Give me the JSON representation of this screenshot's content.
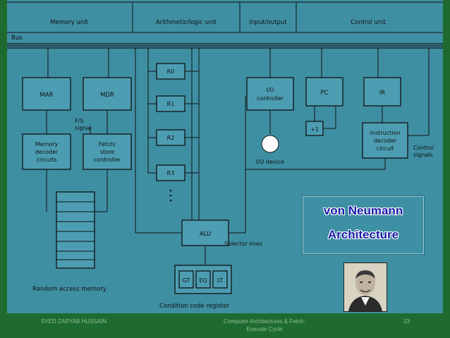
{
  "diagram": {
    "sections": [
      "Memory unit",
      "Arithmetic/logic unit",
      "Input/output",
      "Control unit"
    ],
    "bus_label": "Bus",
    "boxes": {
      "mar": "MAR",
      "mdr": "MDR",
      "r0": "R0",
      "r1": "R1",
      "r2": "R2",
      "r3": "R3",
      "io_controller_line1": "I/O",
      "io_controller_line2": "controller",
      "pc": "PC",
      "ir": "IR",
      "plus1": "+1",
      "mem_decoder": [
        "Memory",
        "decoder",
        "circuits"
      ],
      "fetch_store": [
        "Fetch/",
        "store",
        "controller"
      ],
      "instr_decoder": [
        "Instruction",
        "decoder",
        "circuit"
      ],
      "alu": "ALU",
      "gt": "GT",
      "eq": "EQ",
      "lt": "LT"
    },
    "labels": {
      "fs_signal": [
        "F/S",
        "signal"
      ],
      "io_device": "I/O device",
      "control_signals": [
        "Control",
        "signals"
      ],
      "selector_lines": "Selector lines",
      "ram": "Random access memory",
      "ccr": "Condition code register"
    }
  },
  "callout": {
    "line1": "von Neumann",
    "line2": "Architecture"
  },
  "footer": {
    "author": "SYED ZARYAB HUSSAIN",
    "title_line1": "Computer Architectures & Fetch-",
    "title_line2": "Execute Cycle",
    "page": "23"
  },
  "colors": {
    "slide_bg": "#1f6b2f",
    "diagram_bg": "#3f8fa3",
    "callout_text": "#1a1aa8"
  }
}
